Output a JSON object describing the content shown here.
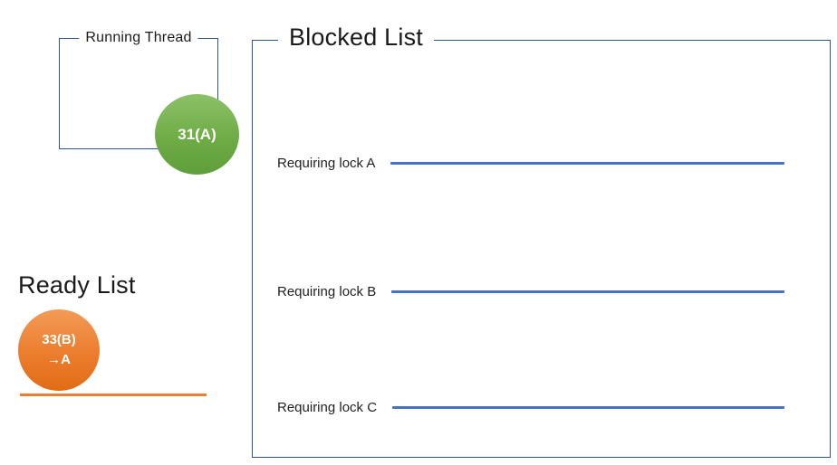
{
  "running_thread": {
    "title": "Running Thread",
    "circle_label": "31(A)"
  },
  "blocked_list": {
    "title": "Blocked List",
    "rows": [
      {
        "label": "Requiring lock A"
      },
      {
        "label": "Requiring lock B"
      },
      {
        "label": "Requiring lock C"
      }
    ]
  },
  "ready_list": {
    "title": "Ready List",
    "circle_label_line1": "33(B)",
    "circle_label_line2": "→A"
  },
  "colors": {
    "box_border": "#2F5597",
    "blue_line": "#4472C4",
    "orange_accent": "#ED7D31",
    "green_circle_top": "#8CC168",
    "green_circle_bottom": "#5F9E3B",
    "orange_circle_top": "#F29B57",
    "orange_circle_bottom": "#E06C15",
    "circle_text": "#FFFFFF",
    "text_black": "#1A1A1A"
  }
}
